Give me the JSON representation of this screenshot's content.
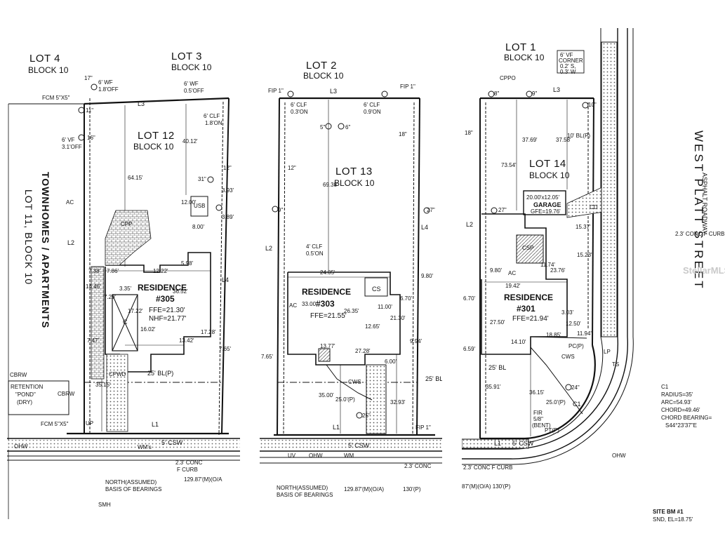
{
  "panel_305": {
    "lot_top_left": "LOT 4",
    "block_top_left": "BLOCK 10",
    "lot_top_right": "LOT 3",
    "block_top_right": "BLOCK 10",
    "lot": "LOT 12",
    "block": "BLOCK 10",
    "side_label_1": "TOWNHOMES / APARTMENTS",
    "side_label_2": "LOT 11, BLOCK 10",
    "residence": "RESIDENCE",
    "number": "#305",
    "ffe": "FFE=21.30'",
    "nhf": "NHF=21.77'",
    "l1": "L1",
    "l2": "L2",
    "l3": "L3",
    "l4": "L4",
    "fcm_top": "FCM 5\"X5\"",
    "fcm_bottom": "FCM 5\"X5\"",
    "bl": "25' BL(P)",
    "cbrw": "CBRW",
    "cbrw2": "CBRW",
    "retention": "RETENTION",
    "pond": "\"POND\"",
    "dry": "(DRY)",
    "csw": "5' CSW",
    "conc": "2.3' CONC",
    "fcurb": "F CURB",
    "north": "NORTH(ASSUMED)",
    "basis": "BASIS OF BEARINGS",
    "bearing": "129.87'(M)(O/A",
    "smh": "SMH",
    "usb": "USB",
    "cpp": "CPP",
    "cpwd": "CPWD",
    "c": "C",
    "dim_a": "64.15'",
    "dim_b": "40.12'",
    "dim_c": "12.00'",
    "dim_d": "8.00'",
    "dim_e": "35.15'",
    "dim_f": "16.02'",
    "dim_g": "13.42'",
    "dim_h": "12.22'",
    "dim_i": "17.22'",
    "dim_j": "36.52'",
    "dim_k": "7.29'",
    "dim_l": "3.35'",
    "dim_m": "14.46'",
    "dim_n": "7.38'",
    "dim_o": "7.86'",
    "dim_p": "17.28'",
    "dim_q": "3.93'",
    "dim_r": "3.89'",
    "dim_s": "7.47'",
    "dim_t": "5.98'",
    "dim_u": "7.65'",
    "wf": "6' WF",
    "wf2": "1.8'OFF",
    "wf3": "6' WF",
    "wf4": "0.5'OFF",
    "clf": "6' CLF",
    "clf2": "1.8'ON",
    "vf": "6' VF",
    "vf2": "3.1'OFF",
    "ac": "AC",
    "up": "UP",
    "ohw": "OHW",
    "wm": "WM's",
    "tree_a": "17\"",
    "tree_b": "12\"",
    "tree_c": "11\"",
    "tree_d": "16\"",
    "tree_e": "31\""
  },
  "panel_303": {
    "lot_top": "LOT 2",
    "block_top": "BLOCK 10",
    "lot": "LOT 13",
    "block": "BLOCK 10",
    "residence": "RESIDENCE",
    "number": "#303",
    "ffe": "FFE=21.55'",
    "l1": "L1",
    "l2": "L2",
    "l3": "L3",
    "l4": "L4",
    "fip_a": "FIP 1\"",
    "fip_b": "FIP 1\"",
    "fip_c": "FIP 1\"",
    "clf_a": "6' CLF",
    "clf_a2": "0.3'ON",
    "clf_b": "6' CLF",
    "clf_b2": "0.9'ON",
    "clf_c": "4' CLF",
    "clf_c2": "0.5'ON",
    "bl": "25' BL(P)",
    "dim_a": "69.38'",
    "dim_b": "24.05'",
    "dim_c": "33.00'",
    "dim_d": "26.35'",
    "dim_e": "11.00'",
    "dim_f": "6.70'",
    "dim_g": "12.65'",
    "dim_h": "21.30'",
    "dim_i": "27.28'",
    "dim_j": "13.77'",
    "dim_k": "6.00'",
    "dim_l": "35.00'",
    "dim_m": "25.0'(P)",
    "dim_n": "32.93'",
    "dim_o": "9.94'",
    "dim_p": "9.80'",
    "dim_q": "7.65'",
    "cs": "CS",
    "cws": "CWS",
    "csw": "5' CSW",
    "conc": "2.3' CONC",
    "north": "NORTH(ASSUMED)",
    "basis": "BASIS OF BEARINGS",
    "bearing": "129.87'(M)(O/A)",
    "bearing2": "130'(P)",
    "tree_a": "5\"",
    "tree_b": "6\"",
    "tree_c": "18\"",
    "tree_d": "27\"",
    "tree_e": "25\"",
    "tree_f": "9\"",
    "tree_g": "12\"",
    "ac": "AC",
    "ohw": "OHW",
    "wm": "WM",
    "uv": "UV"
  },
  "panel_301": {
    "lot_top": "LOT 1",
    "block_top": "BLOCK 10",
    "lot": "LOT 14",
    "block": "BLOCK 10",
    "residence": "RESIDENCE",
    "number": "#301",
    "ffe": "FFE=21.94'",
    "garage_dims": "20.00'x12.05'",
    "garage": "GARAGE",
    "gfe": "GFE=19.76'",
    "corner1": "6' VF",
    "corner2": "CORNER",
    "corner3": "0.2' S,",
    "corner4": "0.3' W",
    "street": "WEST PLATT STREET",
    "road": "ASPHALT ROADWAY",
    "l1": "L1",
    "l2": "L2",
    "l3": "L3",
    "cppo": "CPPO",
    "csp": "CSP",
    "cd": "CD",
    "cws": "CWS",
    "pc": "PC(P)",
    "pt": "PT(P)",
    "c1": "C1",
    "csw": "5' CSW",
    "conc": "2.3' CONC F CURB",
    "conc2": "2.3' CONC F CURB",
    "bl": "10' BL(P)",
    "bl2": "25' BL",
    "fir": "FIR",
    "fir2": "5/8\"",
    "fir3": "(BENT)",
    "dim_a": "73.54'",
    "dim_b": "37.69'",
    "dim_c": "37.58'",
    "dim_d": "15.37'",
    "dim_e": "15.23'",
    "dim_f": "23.76'",
    "dim_g": "19.42'",
    "dim_h": "27.50'",
    "dim_i": "14.10'",
    "dim_j": "18.85'",
    "dim_k": "11.94'",
    "dim_l": "3.03'",
    "dim_m": "12.50'",
    "dim_n": "35.91'",
    "dim_o": "36.15'",
    "dim_p": "25.0'(P)",
    "dim_q": "9.80'",
    "dim_r": "6.70'",
    "dim_s": "6.59'",
    "dim_t": "11.74'",
    "curve_title": "C1",
    "radius": "RADIUS=35'",
    "arc": "ARC=54.93'",
    "chord": "CHORD=49.46'",
    "chord_bearing": "CHORD BEARING=",
    "chord_val": "S44°23'37\"E",
    "bm_title": "SITE BM #1",
    "bm_val": "SND, EL=18.75'",
    "bearing": "87'(M)(O/A)  130'(P)",
    "tree_a": "8\"",
    "tree_b": "9\"",
    "tree_c": "18\"",
    "tree_d": "27\"",
    "tree_e": "24\"",
    "tree_f": "10\"",
    "ac": "AC",
    "ohw": "OHW",
    "ts": "TS",
    "lp": "LP"
  },
  "watermark": "StellarMLS"
}
